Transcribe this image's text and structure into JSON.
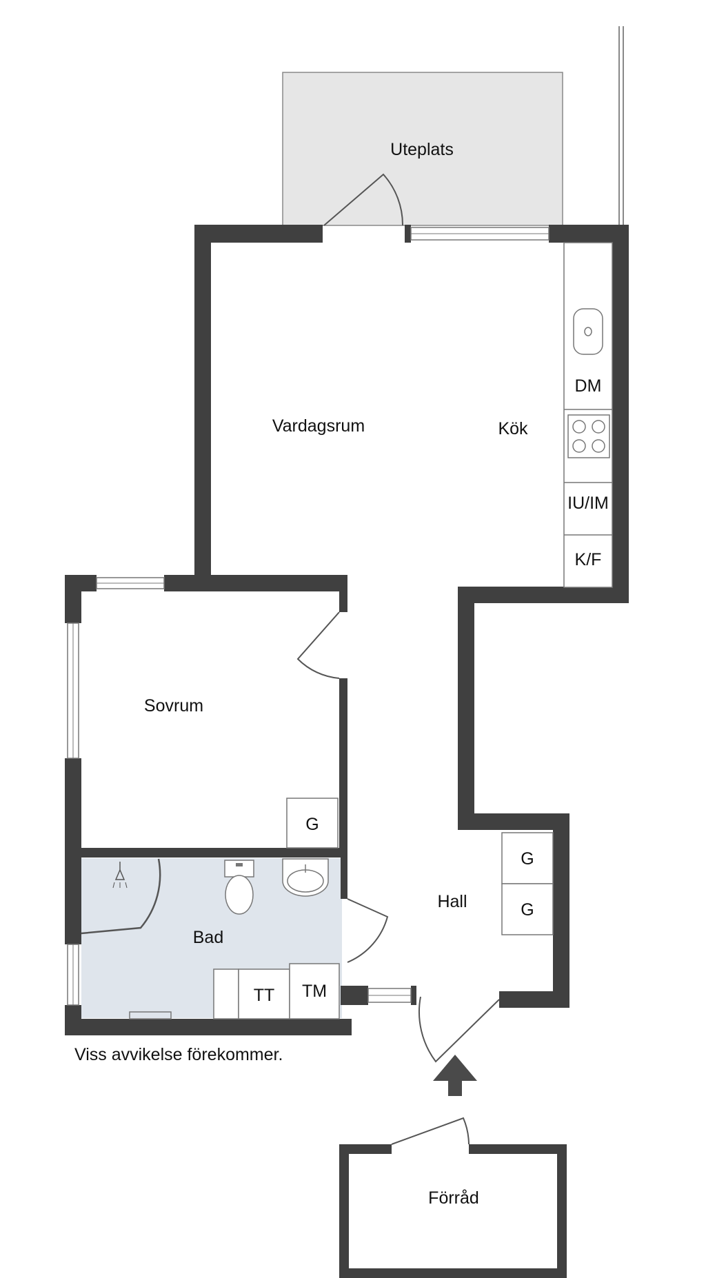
{
  "rooms": {
    "uteplats": "Uteplats",
    "vardagsrum": "Vardagsrum",
    "kok": "Kök",
    "sovrum": "Sovrum",
    "bad": "Bad",
    "hall": "Hall",
    "forrad": "Förråd"
  },
  "fixtures": {
    "dm": "DM",
    "iu_im": "IU/IM",
    "kf": "K/F",
    "g_sovrum": "G",
    "g_hall_1": "G",
    "g_hall_2": "G",
    "tt": "TT",
    "tm": "TM"
  },
  "note": "Viss avvikelse förekommer.",
  "colors": {
    "wall": "#404040",
    "uteplats_fill": "#e6e6e6",
    "bad_fill": "#dfe5ec",
    "entrance_arrow": "#4a4a4a"
  }
}
